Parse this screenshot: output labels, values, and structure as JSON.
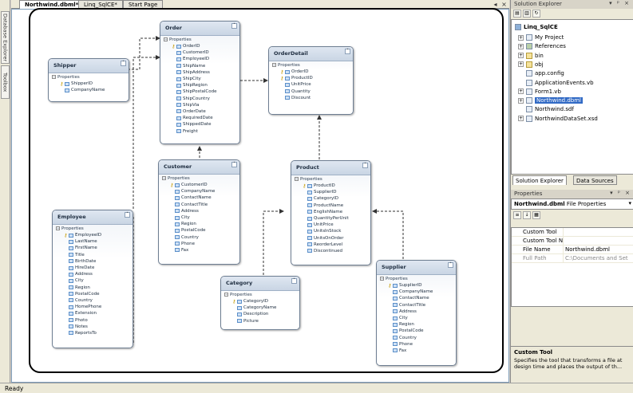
{
  "left_strip": {
    "tabs": [
      "Database Explorer",
      "Toolbox"
    ]
  },
  "doc_tabs": [
    {
      "label": "Northwind.dbml*",
      "active": true
    },
    {
      "label": "Linq_SqlCE*",
      "active": false
    },
    {
      "label": "Start Page",
      "active": false
    }
  ],
  "doc_controls": {
    "menu": "◂",
    "close": "×"
  },
  "diagram": {
    "section_label": "Properties",
    "entities": [
      {
        "id": "shipper",
        "name": "Shipper",
        "props": [
          {
            "name": "ShipperID",
            "key": true
          },
          {
            "name": "CompanyName"
          }
        ]
      },
      {
        "id": "order",
        "name": "Order",
        "props": [
          {
            "name": "OrderID",
            "key": true
          },
          {
            "name": "CustomerID"
          },
          {
            "name": "EmployeeID"
          },
          {
            "name": "ShipName"
          },
          {
            "name": "ShipAddress"
          },
          {
            "name": "ShipCity"
          },
          {
            "name": "ShipRegion"
          },
          {
            "name": "ShipPostalCode"
          },
          {
            "name": "ShipCountry"
          },
          {
            "name": "ShipVia"
          },
          {
            "name": "OrderDate"
          },
          {
            "name": "RequiredDate"
          },
          {
            "name": "ShippedDate"
          },
          {
            "name": "Freight"
          }
        ]
      },
      {
        "id": "orderdetail",
        "name": "OrderDetail",
        "props": [
          {
            "name": "OrderID",
            "key": true
          },
          {
            "name": "ProductID",
            "key": true
          },
          {
            "name": "UnitPrice"
          },
          {
            "name": "Quantity"
          },
          {
            "name": "Discount"
          }
        ]
      },
      {
        "id": "customer",
        "name": "Customer",
        "props": [
          {
            "name": "CustomerID",
            "key": true
          },
          {
            "name": "CompanyName"
          },
          {
            "name": "ContactName"
          },
          {
            "name": "ContactTitle"
          },
          {
            "name": "Address"
          },
          {
            "name": "City"
          },
          {
            "name": "Region"
          },
          {
            "name": "PostalCode"
          },
          {
            "name": "Country"
          },
          {
            "name": "Phone"
          },
          {
            "name": "Fax"
          }
        ]
      },
      {
        "id": "product",
        "name": "Product",
        "props": [
          {
            "name": "ProductID",
            "key": true
          },
          {
            "name": "SupplierID"
          },
          {
            "name": "CategoryID"
          },
          {
            "name": "ProductName"
          },
          {
            "name": "EnglishName"
          },
          {
            "name": "QuantityPerUnit"
          },
          {
            "name": "UnitPrice"
          },
          {
            "name": "UnitsInStock"
          },
          {
            "name": "UnitsOnOrder"
          },
          {
            "name": "ReorderLevel"
          },
          {
            "name": "Discontinued"
          }
        ]
      },
      {
        "id": "employee",
        "name": "Employee",
        "props": [
          {
            "name": "EmployeeID",
            "key": true
          },
          {
            "name": "LastName"
          },
          {
            "name": "FirstName"
          },
          {
            "name": "Title"
          },
          {
            "name": "BirthDate"
          },
          {
            "name": "HireDate"
          },
          {
            "name": "Address"
          },
          {
            "name": "City"
          },
          {
            "name": "Region"
          },
          {
            "name": "PostalCode"
          },
          {
            "name": "Country"
          },
          {
            "name": "HomePhone"
          },
          {
            "name": "Extension"
          },
          {
            "name": "Photo"
          },
          {
            "name": "Notes"
          },
          {
            "name": "ReportsTo"
          }
        ]
      },
      {
        "id": "category",
        "name": "Category",
        "props": [
          {
            "name": "CategoryID",
            "key": true
          },
          {
            "name": "CategoryName"
          },
          {
            "name": "Description"
          },
          {
            "name": "Picture"
          }
        ]
      },
      {
        "id": "supplier",
        "name": "Supplier",
        "props": [
          {
            "name": "SupplierID",
            "key": true
          },
          {
            "name": "CompanyName"
          },
          {
            "name": "ContactName"
          },
          {
            "name": "ContactTitle"
          },
          {
            "name": "Address"
          },
          {
            "name": "City"
          },
          {
            "name": "Region"
          },
          {
            "name": "PostalCode"
          },
          {
            "name": "Country"
          },
          {
            "name": "Phone"
          },
          {
            "name": "Fax"
          }
        ]
      }
    ]
  },
  "solution_explorer": {
    "title": "Solution Explorer",
    "controls": "▾ ᵖ ×",
    "project": "Linq_SqlCE",
    "items": [
      {
        "label": "My Project",
        "icon": "project-properties-icon",
        "expander": "+"
      },
      {
        "label": "References",
        "icon": "references-icon",
        "expander": "+"
      },
      {
        "label": "bin",
        "icon": "folder-icon",
        "expander": "+"
      },
      {
        "label": "obj",
        "icon": "folder-icon",
        "expander": "+"
      },
      {
        "label": "app.config",
        "icon": "config-file-icon",
        "expander": ""
      },
      {
        "label": "ApplicationEvents.vb",
        "icon": "vb-file-icon",
        "expander": ""
      },
      {
        "label": "Form1.vb",
        "icon": "form-icon",
        "expander": "+"
      },
      {
        "label": "Northwind.dbml",
        "icon": "dbml-file-icon",
        "expander": "+",
        "selected": true
      },
      {
        "label": "Northwind.sdf",
        "icon": "database-file-icon",
        "expander": ""
      },
      {
        "label": "NorthwindDataSet.xsd",
        "icon": "dataset-icon",
        "expander": "+"
      }
    ]
  },
  "panel_tabs": [
    {
      "label": "Solution Explorer",
      "active": true
    },
    {
      "label": "Data Sources",
      "active": false
    }
  ],
  "properties": {
    "title": "Properties",
    "controls": "▾ ᵖ ×",
    "object_name": "Northwind.dbml",
    "object_type": "File Properties",
    "rows": [
      {
        "name": "Custom Tool",
        "value": ""
      },
      {
        "name": "Custom Tool Nam",
        "value": ""
      },
      {
        "name": "File Name",
        "value": "Northwind.dbml"
      },
      {
        "name": "Full Path",
        "value": "C:\\Documents and Set",
        "muted": true
      }
    ],
    "description_title": "Custom Tool",
    "description_text": "Specifies the tool that transforms a file at design time and places the output of th..."
  },
  "status": {
    "text": "Ready"
  }
}
